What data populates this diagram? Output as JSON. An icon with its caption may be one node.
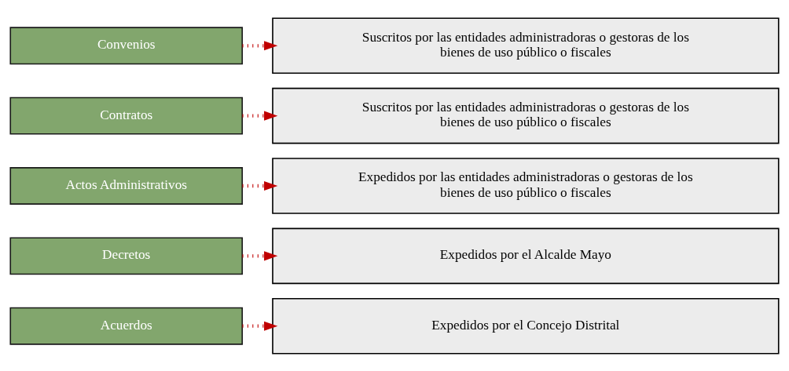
{
  "diagram": {
    "nodes": [
      {
        "text": [
          "Acuerdos"
        ]
      },
      {
        "text": [
          "Expedidos por el Concejo Distrital"
        ]
      },
      {
        "text": [
          "Decretos"
        ]
      },
      {
        "text": [
          "Expedidos por el Alcalde Mayo"
        ]
      },
      {
        "text": [
          "Actos Administrativos"
        ]
      },
      {
        "text": [
          "Expedidos por las entidades administradoras o gestoras de los bienes de uso público o fiscales"
        ]
      },
      {
        "text": [
          "Contratos"
        ]
      },
      {
        "text": [
          "Suscritos por las entidades administradoras o gestoras de los bienes de uso público o fiscales"
        ]
      },
      {
        "text": [
          "Convenios"
        ]
      },
      {
        "text": [
          "Suscritos por las entidades administradoras o gestoras de los bienes de uso público o fiscales"
        ]
      }
    ],
    "edges": [
      {
        "from": 0,
        "to": 1,
        "arrow": "to",
        "style": "dashed"
      },
      {
        "from": 2,
        "to": 3,
        "arrow": "to",
        "style": "dashed"
      },
      {
        "from": 4,
        "to": 5,
        "arrow": "to",
        "style": "dashed"
      },
      {
        "from": 6,
        "to": 7,
        "arrow": "to",
        "style": "dashed"
      },
      {
        "from": 8,
        "to": 9,
        "arrow": "to",
        "style": "dashed"
      }
    ]
  }
}
